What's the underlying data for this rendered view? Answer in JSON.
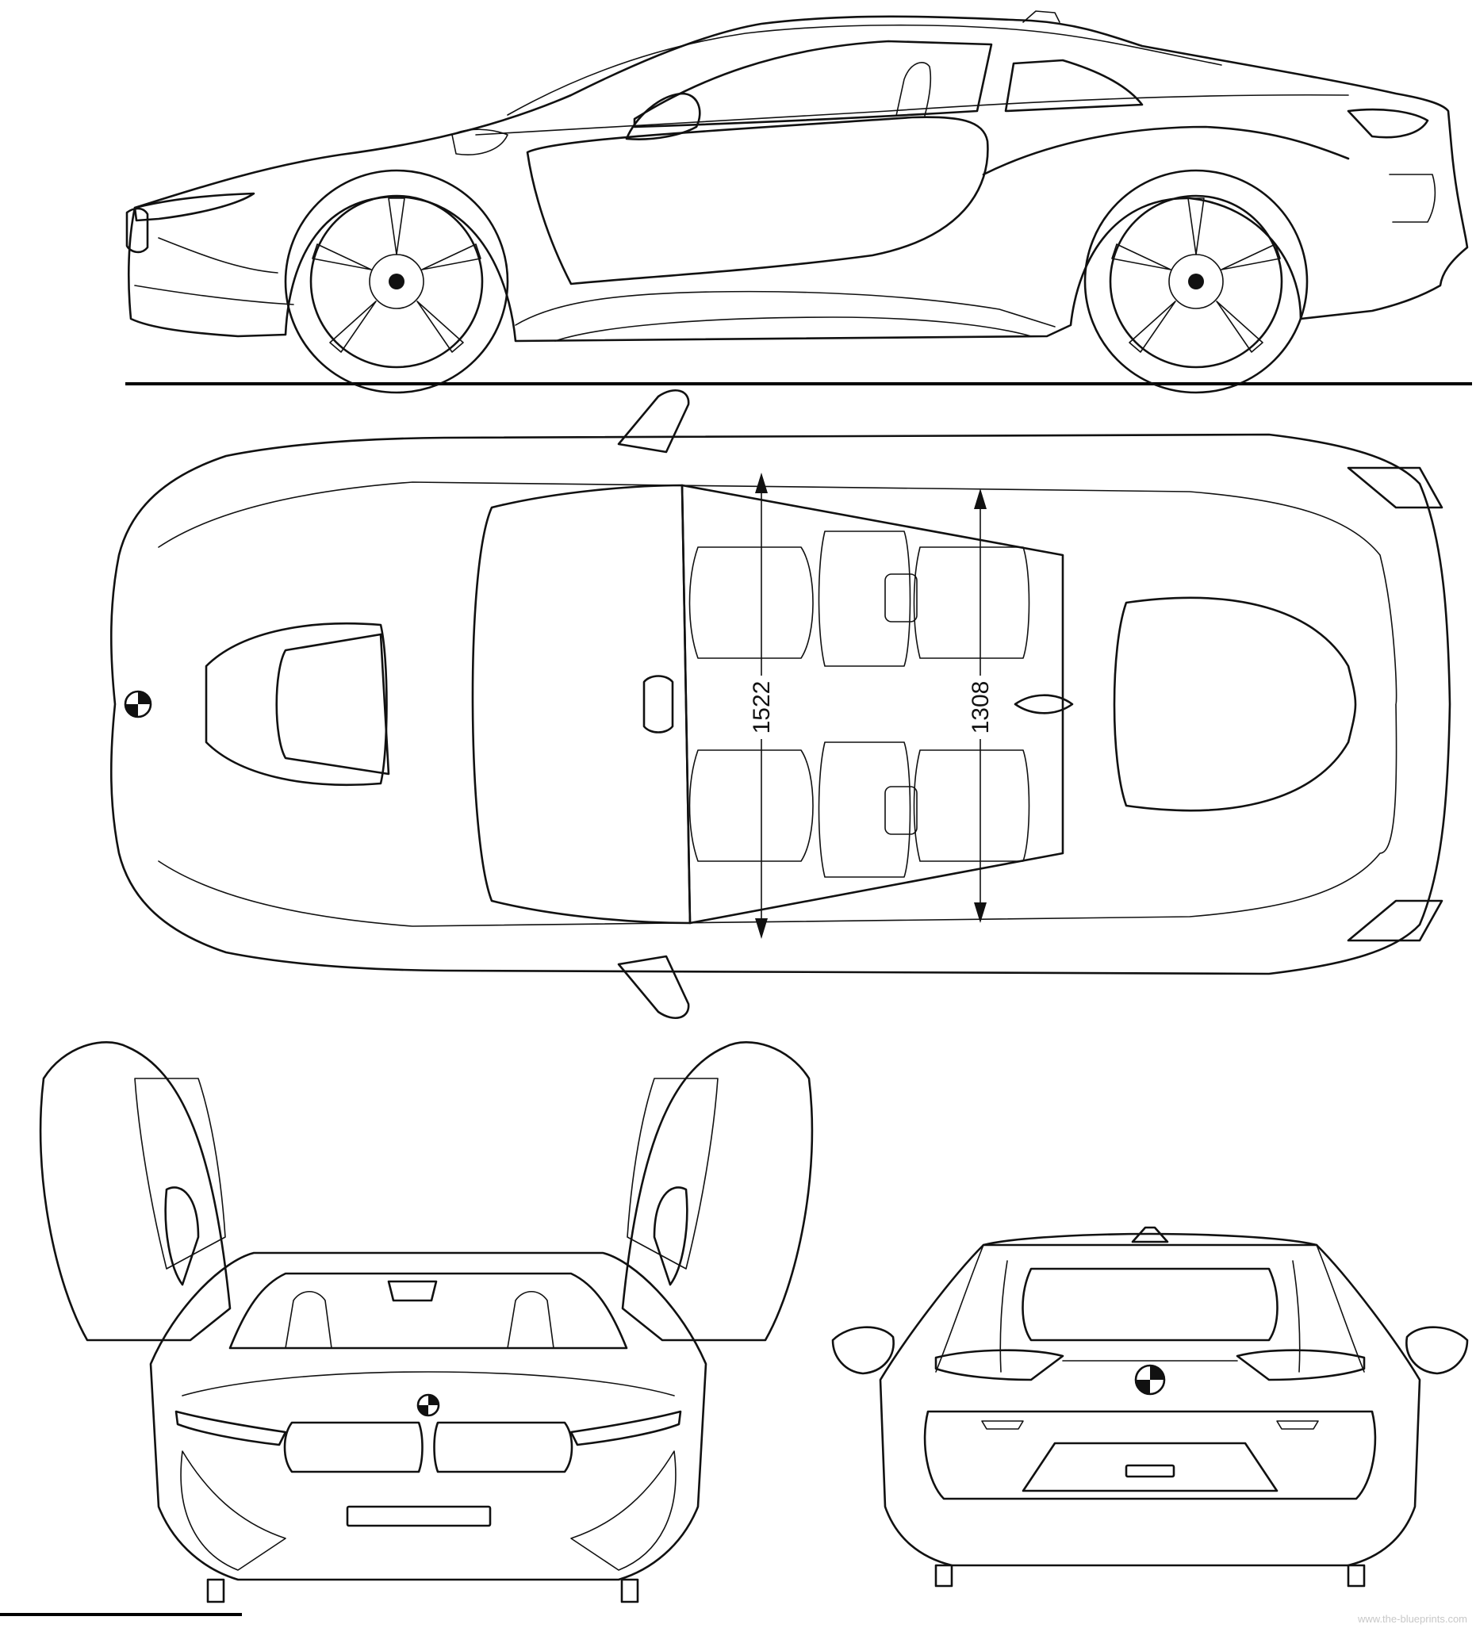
{
  "views": {
    "side": "side-view",
    "top": "top-view",
    "front": "front-view",
    "rear": "rear-view"
  },
  "dimensions": {
    "front_track": "1522",
    "rear_track": "1308"
  },
  "watermark": "www.the-blueprints.com"
}
